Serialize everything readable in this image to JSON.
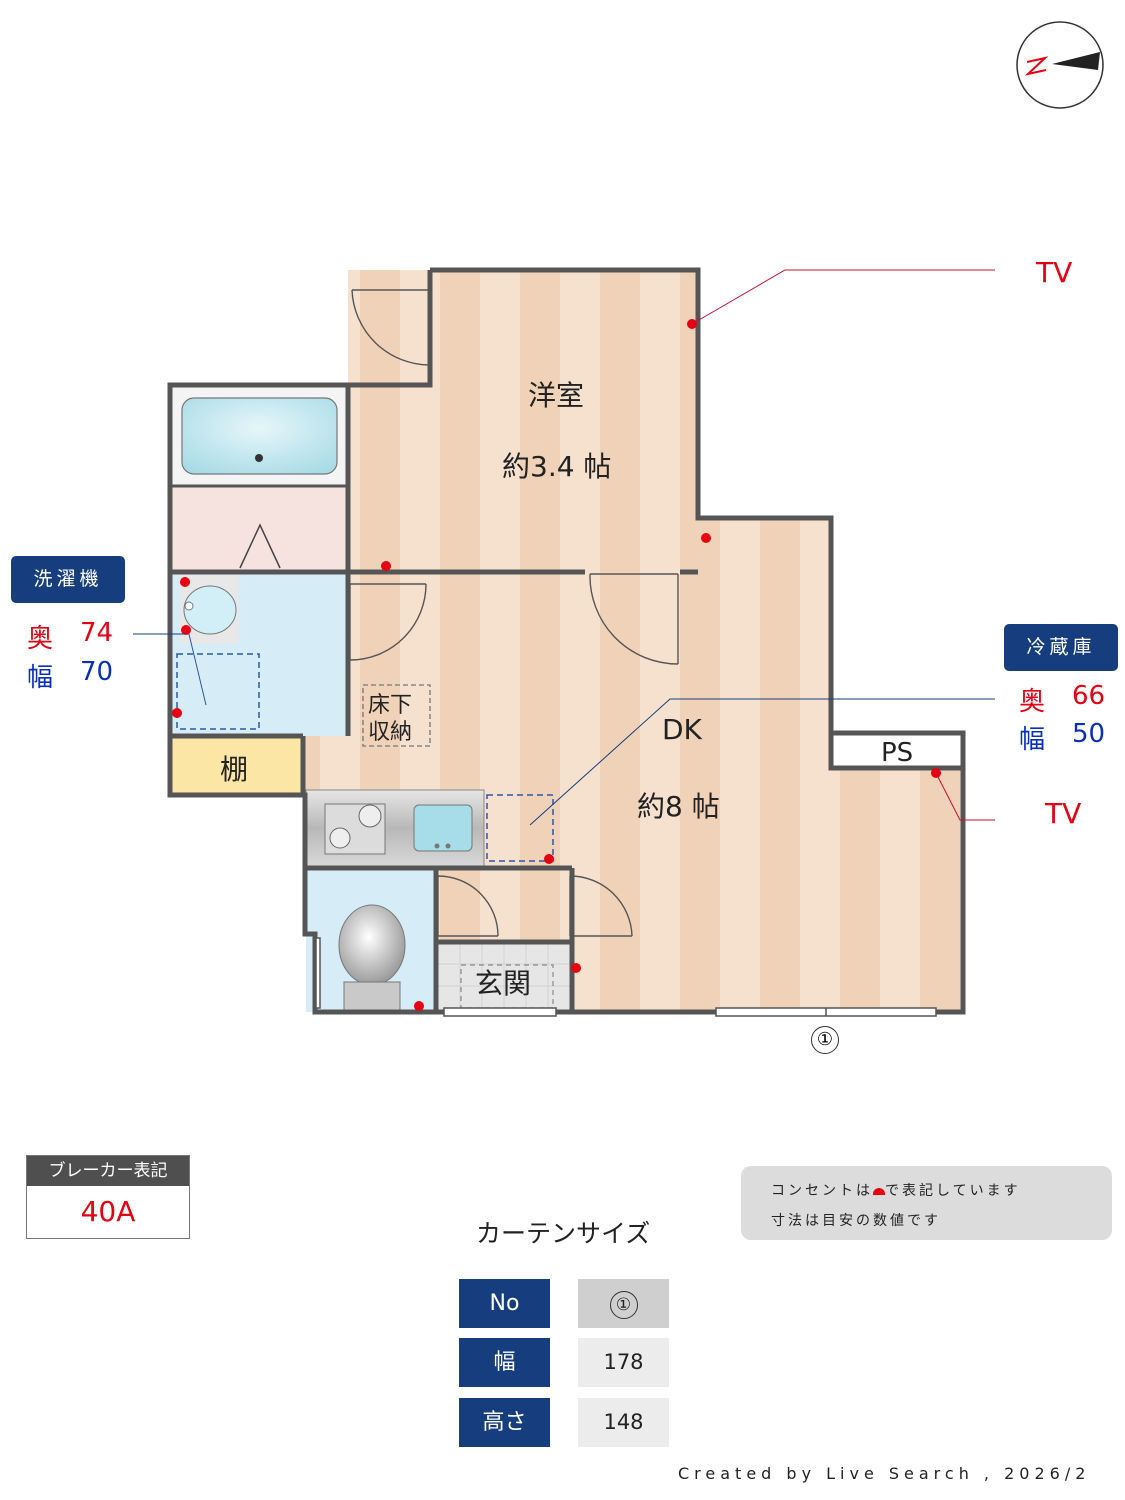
{
  "compass": {
    "icon": "compass-north-icon",
    "north_label": "N"
  },
  "rooms": {
    "western_room": {
      "name": "洋室",
      "size": "約3.4 帖"
    },
    "dk": {
      "name": "DK",
      "size": "約8 帖"
    },
    "entrance": {
      "name": "玄関"
    },
    "underfloor_storage": {
      "line1": "床下",
      "line2": "収納"
    },
    "shelf": {
      "name": "棚"
    },
    "ps": {
      "name": "PS"
    }
  },
  "tv_labels": {
    "upper": "TV",
    "lower": "TV"
  },
  "washer": {
    "title": "洗濯機",
    "depth_label": "奥",
    "depth_value": "74",
    "width_label": "幅",
    "width_value": "70"
  },
  "fridge": {
    "title": "冷蔵庫",
    "depth_label": "奥",
    "depth_value": "66",
    "width_label": "幅",
    "width_value": "50"
  },
  "window_marker": "①",
  "breaker": {
    "label": "ブレーカー表記",
    "value": "40A"
  },
  "legend_note": {
    "line1_before": "コンセントは",
    "line1_after": "で表記しています",
    "line2": "寸法は目安の数値です"
  },
  "curtain": {
    "title": "カーテンサイズ",
    "rows": [
      {
        "label": "No",
        "value": "①"
      },
      {
        "label": "幅",
        "value": "178"
      },
      {
        "label": "高さ",
        "value": "148"
      }
    ]
  },
  "credit": "Created by Live Search , 2026/2",
  "colors": {
    "wall": "#555555",
    "floor_light": "#f6e1cf",
    "floor_dark": "#f0d2b8",
    "wet_area": "#d6ecf6",
    "shelf": "#fbe6a6",
    "outlet": "#e50012",
    "label_box": "#163e7e"
  }
}
